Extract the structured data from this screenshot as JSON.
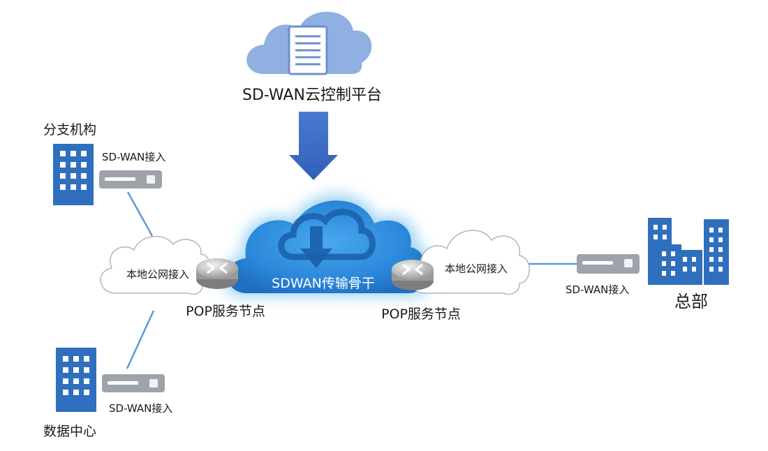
{
  "diagram": {
    "platform_label": "SD-WAN云控制平台",
    "backbone_label": "SDWAN传输骨干",
    "pop_left_label": "POP服务节点",
    "pop_right_label": "POP服务节点",
    "local_left_label": "本地公网接入",
    "local_right_label": "本地公网接入",
    "branch_label": "分支机构",
    "branch_access_label": "SD-WAN接入",
    "datacenter_label": "数据中心",
    "datacenter_access_label": "SD-WAN接入",
    "hq_label": "总部",
    "hq_access_label": "SD-WAN接入"
  },
  "colors": {
    "building_blue": "#2f6fbd",
    "platform_cloud": "#8fb0e0",
    "arrow_blue": "#3b6cc6",
    "backbone_blue": "#2a86d8",
    "backbone_glow": "#7cc4f4",
    "link_line": "#5b9bd5",
    "device_gray": "#9ea3ab",
    "cloud_outline": "#b5b5b5"
  },
  "icons": [
    "cloud-server-icon",
    "down-arrow-icon",
    "backbone-cloud-icon",
    "router-icon",
    "building-icon",
    "office-buildings-icon",
    "sdwan-device-icon"
  ]
}
